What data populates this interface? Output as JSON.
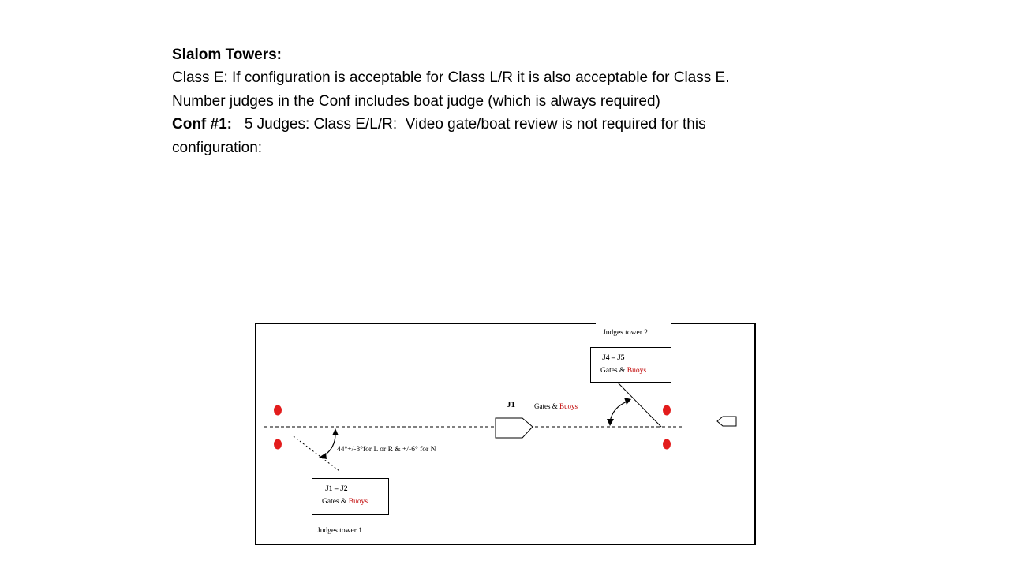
{
  "intro": {
    "heading": "Slalom Towers:",
    "line1": "Class E:  If configuration is acceptable for Class L/R it is also acceptable for Class E.",
    "line2": "Number judges in the Conf includes boat judge (which is always required)",
    "conf_label": "Conf #1:",
    "conf_text": "   5 Judges: Class E/L/R:  Video gate/boat review is not required for this",
    "line4": "configuration:"
  },
  "diagram": {
    "tower2_label": "Judges tower  2",
    "tower2_box": {
      "judges": "J4 – J5",
      "gates": "Gates  & ",
      "buoys": "Buoys"
    },
    "boat_judge": {
      "judge": "J1 -",
      "gates": "Gates & ",
      "buoys": "Buoys"
    },
    "angle_note": "44°+/-3°for L or R & +/-6° for N",
    "tower1_box": {
      "judges": "J1 – J2",
      "gates": "Gates & ",
      "buoys": "Buoys"
    },
    "tower1_label": "Judges tower  1",
    "colors": {
      "buoy": "#e31c1c",
      "buoy_text": "#c00000",
      "line": "#000000"
    }
  }
}
